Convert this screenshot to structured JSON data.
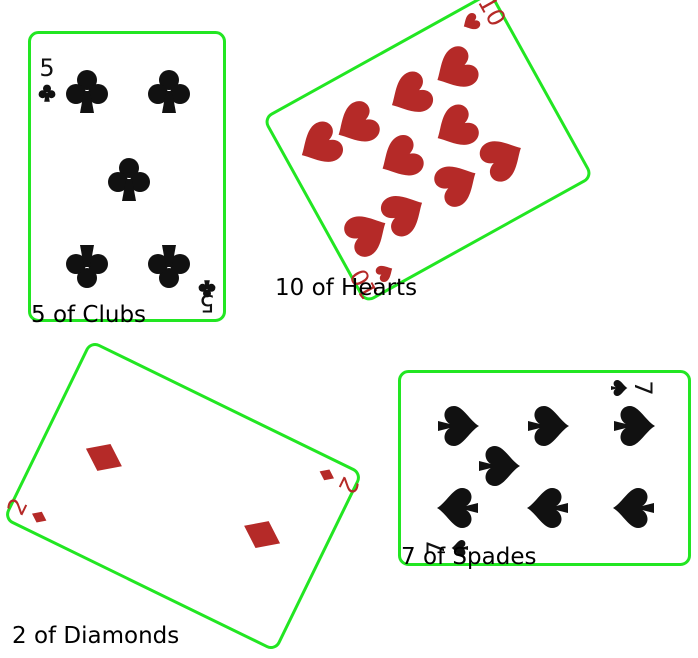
{
  "colors": {
    "detection_box": "#22e622",
    "red_suit": "#b52a28",
    "black_suit": "#111111",
    "label_text": "#000000"
  },
  "cards": [
    {
      "label": "5 of Clubs",
      "rank": "5",
      "suit": "club-icon",
      "rotation_deg": 0
    },
    {
      "label": "10 of Hearts",
      "rank": "10",
      "suit": "heart-icon",
      "rotation_deg": -29
    },
    {
      "label": "2 of Diamonds",
      "rank": "2",
      "suit": "diamond-icon",
      "rotation_deg": 26
    },
    {
      "label": "7 of Spades",
      "rank": "7",
      "suit": "spade-icon",
      "rotation_deg": 90
    }
  ]
}
